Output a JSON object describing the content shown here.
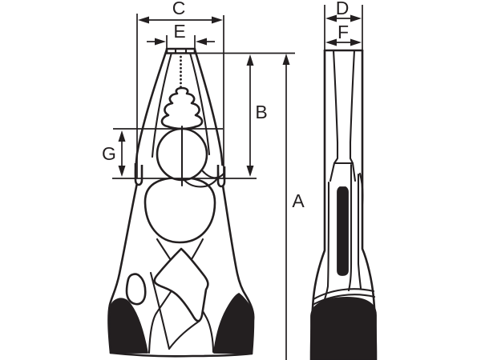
{
  "diagram": {
    "type": "technical-drawing",
    "subject": "combination pliers, front view and side view with dimension callouts",
    "colors": {
      "line": "#231f20",
      "background": "#ffffff"
    },
    "dimensions": {
      "a": "A",
      "b": "B",
      "c": "C",
      "d": "D",
      "e": "E",
      "f": "F",
      "g": "G"
    }
  }
}
